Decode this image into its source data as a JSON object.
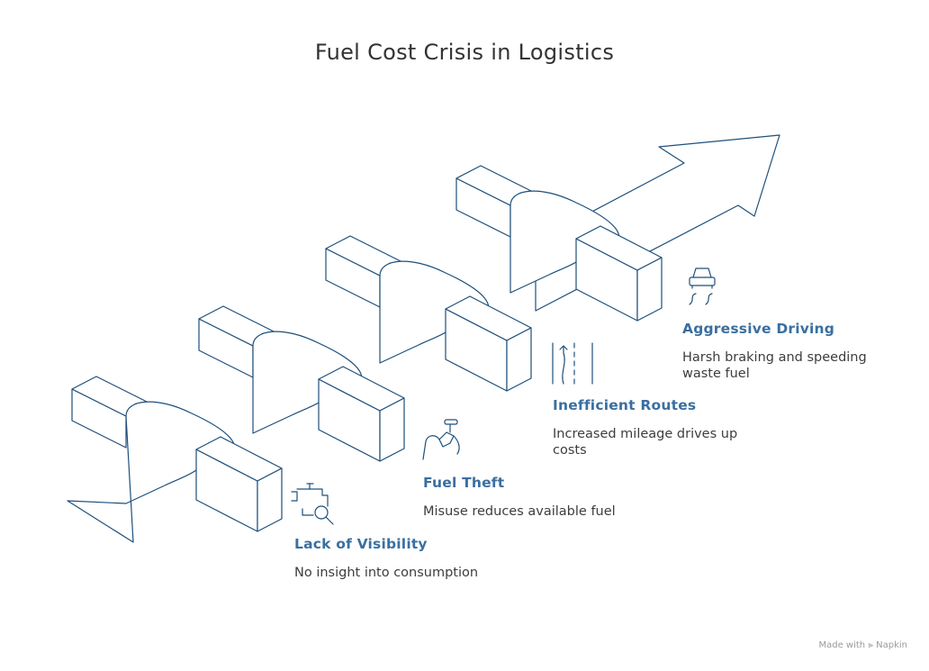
{
  "title": "Fuel Cost Crisis in Logistics",
  "colors": {
    "line": "#1e4f7a",
    "heading": "#3a6fa0",
    "text": "#3d3d3d"
  },
  "items": [
    {
      "heading": "Aggressive Driving",
      "description": "Harsh braking and speeding waste fuel",
      "icon": "car-skid-icon"
    },
    {
      "heading": "Inefficient Routes",
      "description": "Increased mileage drives up costs",
      "icon": "road-route-icon"
    },
    {
      "heading": "Fuel Theft",
      "description": "Misuse reduces available fuel",
      "icon": "fuel-nozzle-hand-icon"
    },
    {
      "heading": "Lack of Visibility",
      "description": "No insight into consumption",
      "icon": "engine-search-icon"
    }
  ],
  "footer": "Made with ⫸ Napkin"
}
